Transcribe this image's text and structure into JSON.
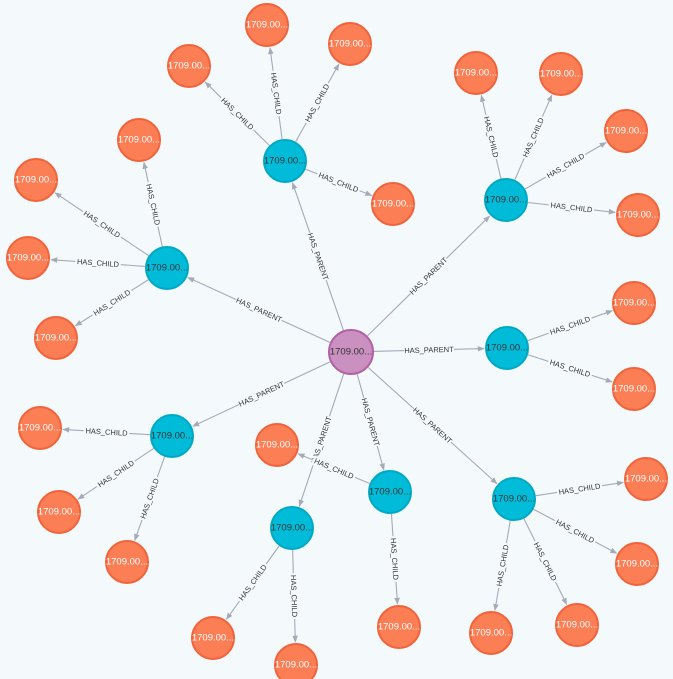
{
  "graph": {
    "colors": {
      "center": "#c990c0",
      "center_stroke": "#b261a5",
      "parent": "#00bcd9",
      "parent_stroke": "#00a9c3",
      "child": "#fc7e55",
      "child_stroke": "#f0633b",
      "edge": "#a5abb6",
      "label": "#333333"
    },
    "nodes": [
      {
        "id": "c",
        "group": "center",
        "label": "1709.00..."
      },
      {
        "id": "p1",
        "group": "parent",
        "label": "1709.00..."
      },
      {
        "id": "p2",
        "group": "parent",
        "label": "1709.00..."
      },
      {
        "id": "p3",
        "group": "parent",
        "label": "1709.00..."
      },
      {
        "id": "p4",
        "group": "parent",
        "label": "1709.00..."
      },
      {
        "id": "p5",
        "group": "parent",
        "label": "1709.00..."
      },
      {
        "id": "p6",
        "group": "parent",
        "label": "1709.00..."
      },
      {
        "id": "p7",
        "group": "parent",
        "label": "1709.00..."
      },
      {
        "id": "p8",
        "group": "parent",
        "label": "1709.00..."
      },
      {
        "id": "c1a",
        "group": "child",
        "label": "1709.00..."
      },
      {
        "id": "c1b",
        "group": "child",
        "label": "1709.00..."
      },
      {
        "id": "c1c",
        "group": "child",
        "label": "1709.00..."
      },
      {
        "id": "c1d",
        "group": "child",
        "label": "1709.00..."
      },
      {
        "id": "c2a",
        "group": "child",
        "label": "1709.00..."
      },
      {
        "id": "c2b",
        "group": "child",
        "label": "1709.00..."
      },
      {
        "id": "c2c",
        "group": "child",
        "label": "1709.00..."
      },
      {
        "id": "c2d",
        "group": "child",
        "label": "1709.00..."
      },
      {
        "id": "c3a",
        "group": "child",
        "label": "1709.00..."
      },
      {
        "id": "c3b",
        "group": "child",
        "label": "1709.00..."
      },
      {
        "id": "c3c",
        "group": "child",
        "label": "1709.00..."
      },
      {
        "id": "c3d",
        "group": "child",
        "label": "1709.00..."
      },
      {
        "id": "c4a",
        "group": "child",
        "label": "1709.00..."
      },
      {
        "id": "c4b",
        "group": "child",
        "label": "1709.00..."
      },
      {
        "id": "c5a",
        "group": "child",
        "label": "1709.00..."
      },
      {
        "id": "c5b",
        "group": "child",
        "label": "1709.00..."
      },
      {
        "id": "c5c",
        "group": "child",
        "label": "1709.00..."
      },
      {
        "id": "c6a",
        "group": "child",
        "label": "1709.00..."
      },
      {
        "id": "c6b",
        "group": "child",
        "label": "1709.00..."
      },
      {
        "id": "c7a",
        "group": "child",
        "label": "1709.00..."
      },
      {
        "id": "c7b",
        "group": "child",
        "label": "1709.00..."
      },
      {
        "id": "c8a",
        "group": "child",
        "label": "1709.00..."
      },
      {
        "id": "c8b",
        "group": "child",
        "label": "1709.00..."
      },
      {
        "id": "c8c",
        "group": "child",
        "label": "1709.00..."
      },
      {
        "id": "c8d",
        "group": "child",
        "label": "1709.00..."
      }
    ],
    "edges": [
      {
        "from": "c",
        "to": "p1",
        "label": "HAS_PARENT"
      },
      {
        "from": "c",
        "to": "p2",
        "label": "HAS_PARENT"
      },
      {
        "from": "c",
        "to": "p3",
        "label": "HAS_PARENT"
      },
      {
        "from": "c",
        "to": "p4",
        "label": "HAS_PARENT"
      },
      {
        "from": "c",
        "to": "p5",
        "label": "HAS_PARENT"
      },
      {
        "from": "c",
        "to": "p6",
        "label": "HAS_PARENT"
      },
      {
        "from": "c",
        "to": "p7",
        "label": "HAS_PARENT"
      },
      {
        "from": "c",
        "to": "p8",
        "label": "HAS_PARENT"
      },
      {
        "from": "p1",
        "to": "c1a",
        "label": "HAS_CHILD"
      },
      {
        "from": "p1",
        "to": "c1b",
        "label": "HAS_CHILD"
      },
      {
        "from": "p1",
        "to": "c1c",
        "label": "HAS_CHILD"
      },
      {
        "from": "p1",
        "to": "c1d",
        "label": "HAS_CHILD"
      },
      {
        "from": "p2",
        "to": "c2a",
        "label": "HAS_CHILD"
      },
      {
        "from": "p2",
        "to": "c2b",
        "label": "HAS_CHILD"
      },
      {
        "from": "p2",
        "to": "c2c",
        "label": "HAS_CHILD"
      },
      {
        "from": "p2",
        "to": "c2d",
        "label": "HAS_CHILD"
      },
      {
        "from": "p3",
        "to": "c3a",
        "label": "HAS_CHILD"
      },
      {
        "from": "p3",
        "to": "c3b",
        "label": "HAS_CHILD"
      },
      {
        "from": "p3",
        "to": "c3c",
        "label": "HAS_CHILD"
      },
      {
        "from": "p3",
        "to": "c3d",
        "label": "HAS_CHILD"
      },
      {
        "from": "p4",
        "to": "c4a",
        "label": "HAS_CHILD"
      },
      {
        "from": "p4",
        "to": "c4b",
        "label": "HAS_CHILD"
      },
      {
        "from": "p5",
        "to": "c5a",
        "label": "HAS_CHILD"
      },
      {
        "from": "p5",
        "to": "c5b",
        "label": "HAS_CHILD"
      },
      {
        "from": "p5",
        "to": "c5c",
        "label": "HAS_CHILD"
      },
      {
        "from": "p6",
        "to": "c6a",
        "label": "HAS_CHILD"
      },
      {
        "from": "p6",
        "to": "c6b",
        "label": "HAS_CHILD"
      },
      {
        "from": "p7",
        "to": "c7a",
        "label": "HAS_CHILD"
      },
      {
        "from": "p7",
        "to": "c7b",
        "label": "HAS_CHILD"
      },
      {
        "from": "p8",
        "to": "c8a",
        "label": "HAS_CHILD"
      },
      {
        "from": "p8",
        "to": "c8b",
        "label": "HAS_CHILD"
      },
      {
        "from": "p8",
        "to": "c8c",
        "label": "HAS_CHILD"
      },
      {
        "from": "p8",
        "to": "c8d",
        "label": "HAS_CHILD"
      }
    ]
  }
}
